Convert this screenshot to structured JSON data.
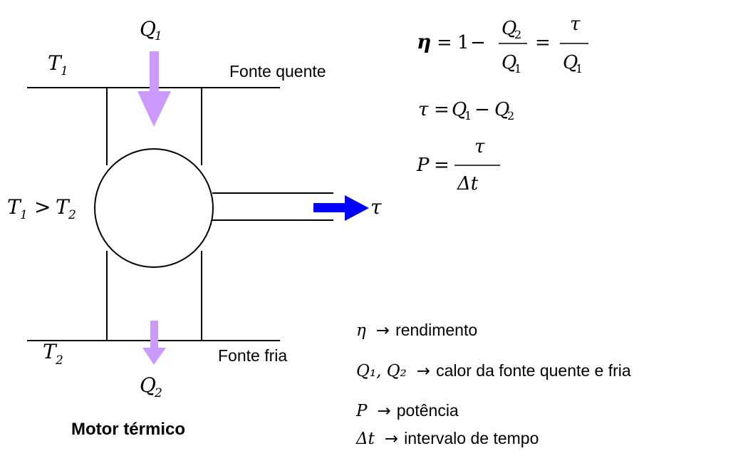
{
  "labels": {
    "heat_in_symbol": "Q",
    "heat_in_sub": "1",
    "heat_out_symbol": "Q",
    "heat_out_sub": "2",
    "t1_symbol": "T",
    "t1_sub": "1",
    "t2_symbol": "T",
    "t2_sub": "2",
    "hot_source": "Fonte quente",
    "cold_source": "Fonte fria",
    "condition_T": "T",
    "condition_sub1": "1",
    "condition_gt": ">",
    "condition_sub2": "2",
    "work_symbol": "τ",
    "caption": "Motor térmico"
  },
  "formulas": {
    "eta": "η",
    "eq": "=",
    "one": "1",
    "minus": "−",
    "Q": "Q",
    "sub1": "1",
    "sub2": "2",
    "tau": "τ",
    "P": "P",
    "delta_t": "Δt"
  },
  "legend": [
    {
      "symbol": "η",
      "arrow": "→",
      "text": "rendimento"
    },
    {
      "symbol": "Q₁, Q₂",
      "arrow": "→",
      "text": "calor da fonte quente e fria"
    },
    {
      "symbol": "P",
      "arrow": "→",
      "text": "potência"
    },
    {
      "symbol": "Δt",
      "arrow": "→",
      "text": "intervalo de tempo"
    }
  ],
  "colors": {
    "heat_arrow": "#cc99ff",
    "work_arrow": "#0000ff",
    "lines": "#000000"
  }
}
